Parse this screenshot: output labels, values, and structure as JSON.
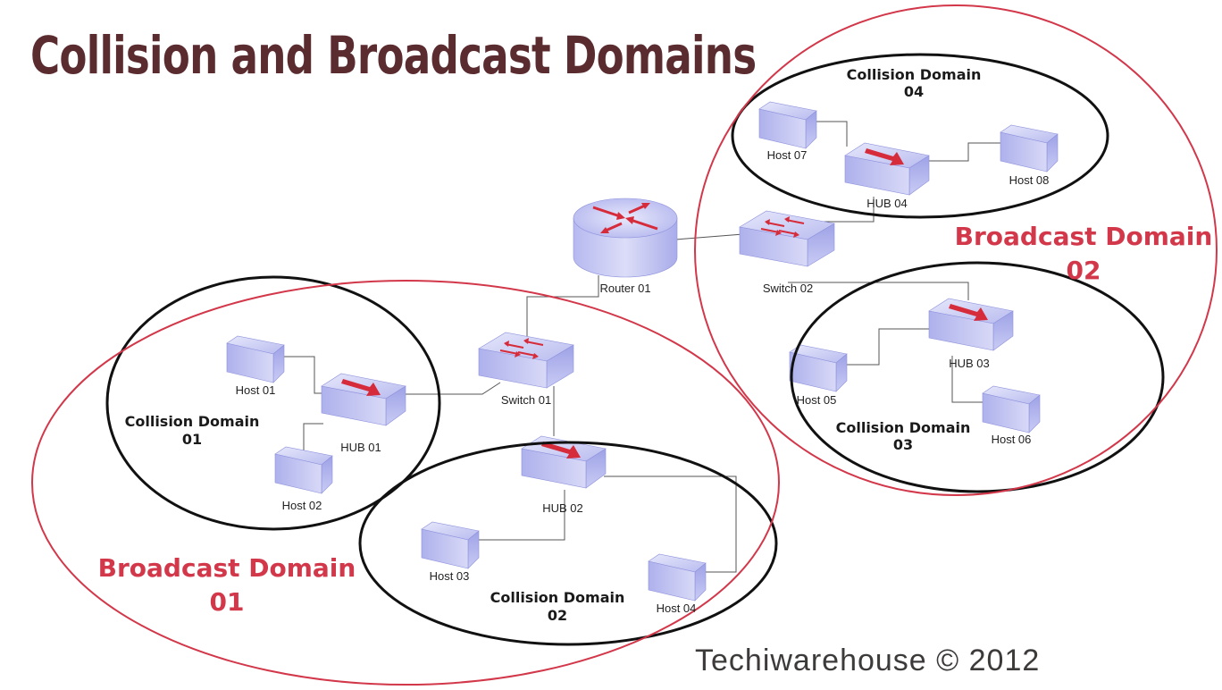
{
  "title": "Collision and Broadcast Domains",
  "footer": "Techiwarehouse © 2012",
  "colors": {
    "title": "#5a2b2f",
    "broadcast_domain": "#d2374a",
    "collision_domain": "#111111",
    "device_fill": "#c7c9f2",
    "arrow": "#d62b3a"
  },
  "devices": {
    "router01": "Router 01",
    "switch01": "Switch 01",
    "switch02": "Switch 02",
    "hub01": "HUB 01",
    "hub02": "HUB 02",
    "hub03": "HUB 03",
    "hub04": "HUB 04",
    "host01": "Host 01",
    "host02": "Host 02",
    "host03": "Host 03",
    "host04": "Host 04",
    "host05": "Host 05",
    "host06": "Host 06",
    "host07": "Host 07",
    "host08": "Host 08"
  },
  "collision_domains": {
    "cd01": {
      "line1": "Collision Domain",
      "line2": "01"
    },
    "cd02": {
      "line1": "Collision Domain",
      "line2": "02"
    },
    "cd03": {
      "line1": "Collision Domain",
      "line2": "03"
    },
    "cd04": {
      "line1": "Collision Domain",
      "line2": "04"
    }
  },
  "broadcast_domains": {
    "bd01": {
      "line1": "Broadcast Domain",
      "line2": "01"
    },
    "bd02": {
      "line1": "Broadcast Domain",
      "line2": "02"
    }
  }
}
